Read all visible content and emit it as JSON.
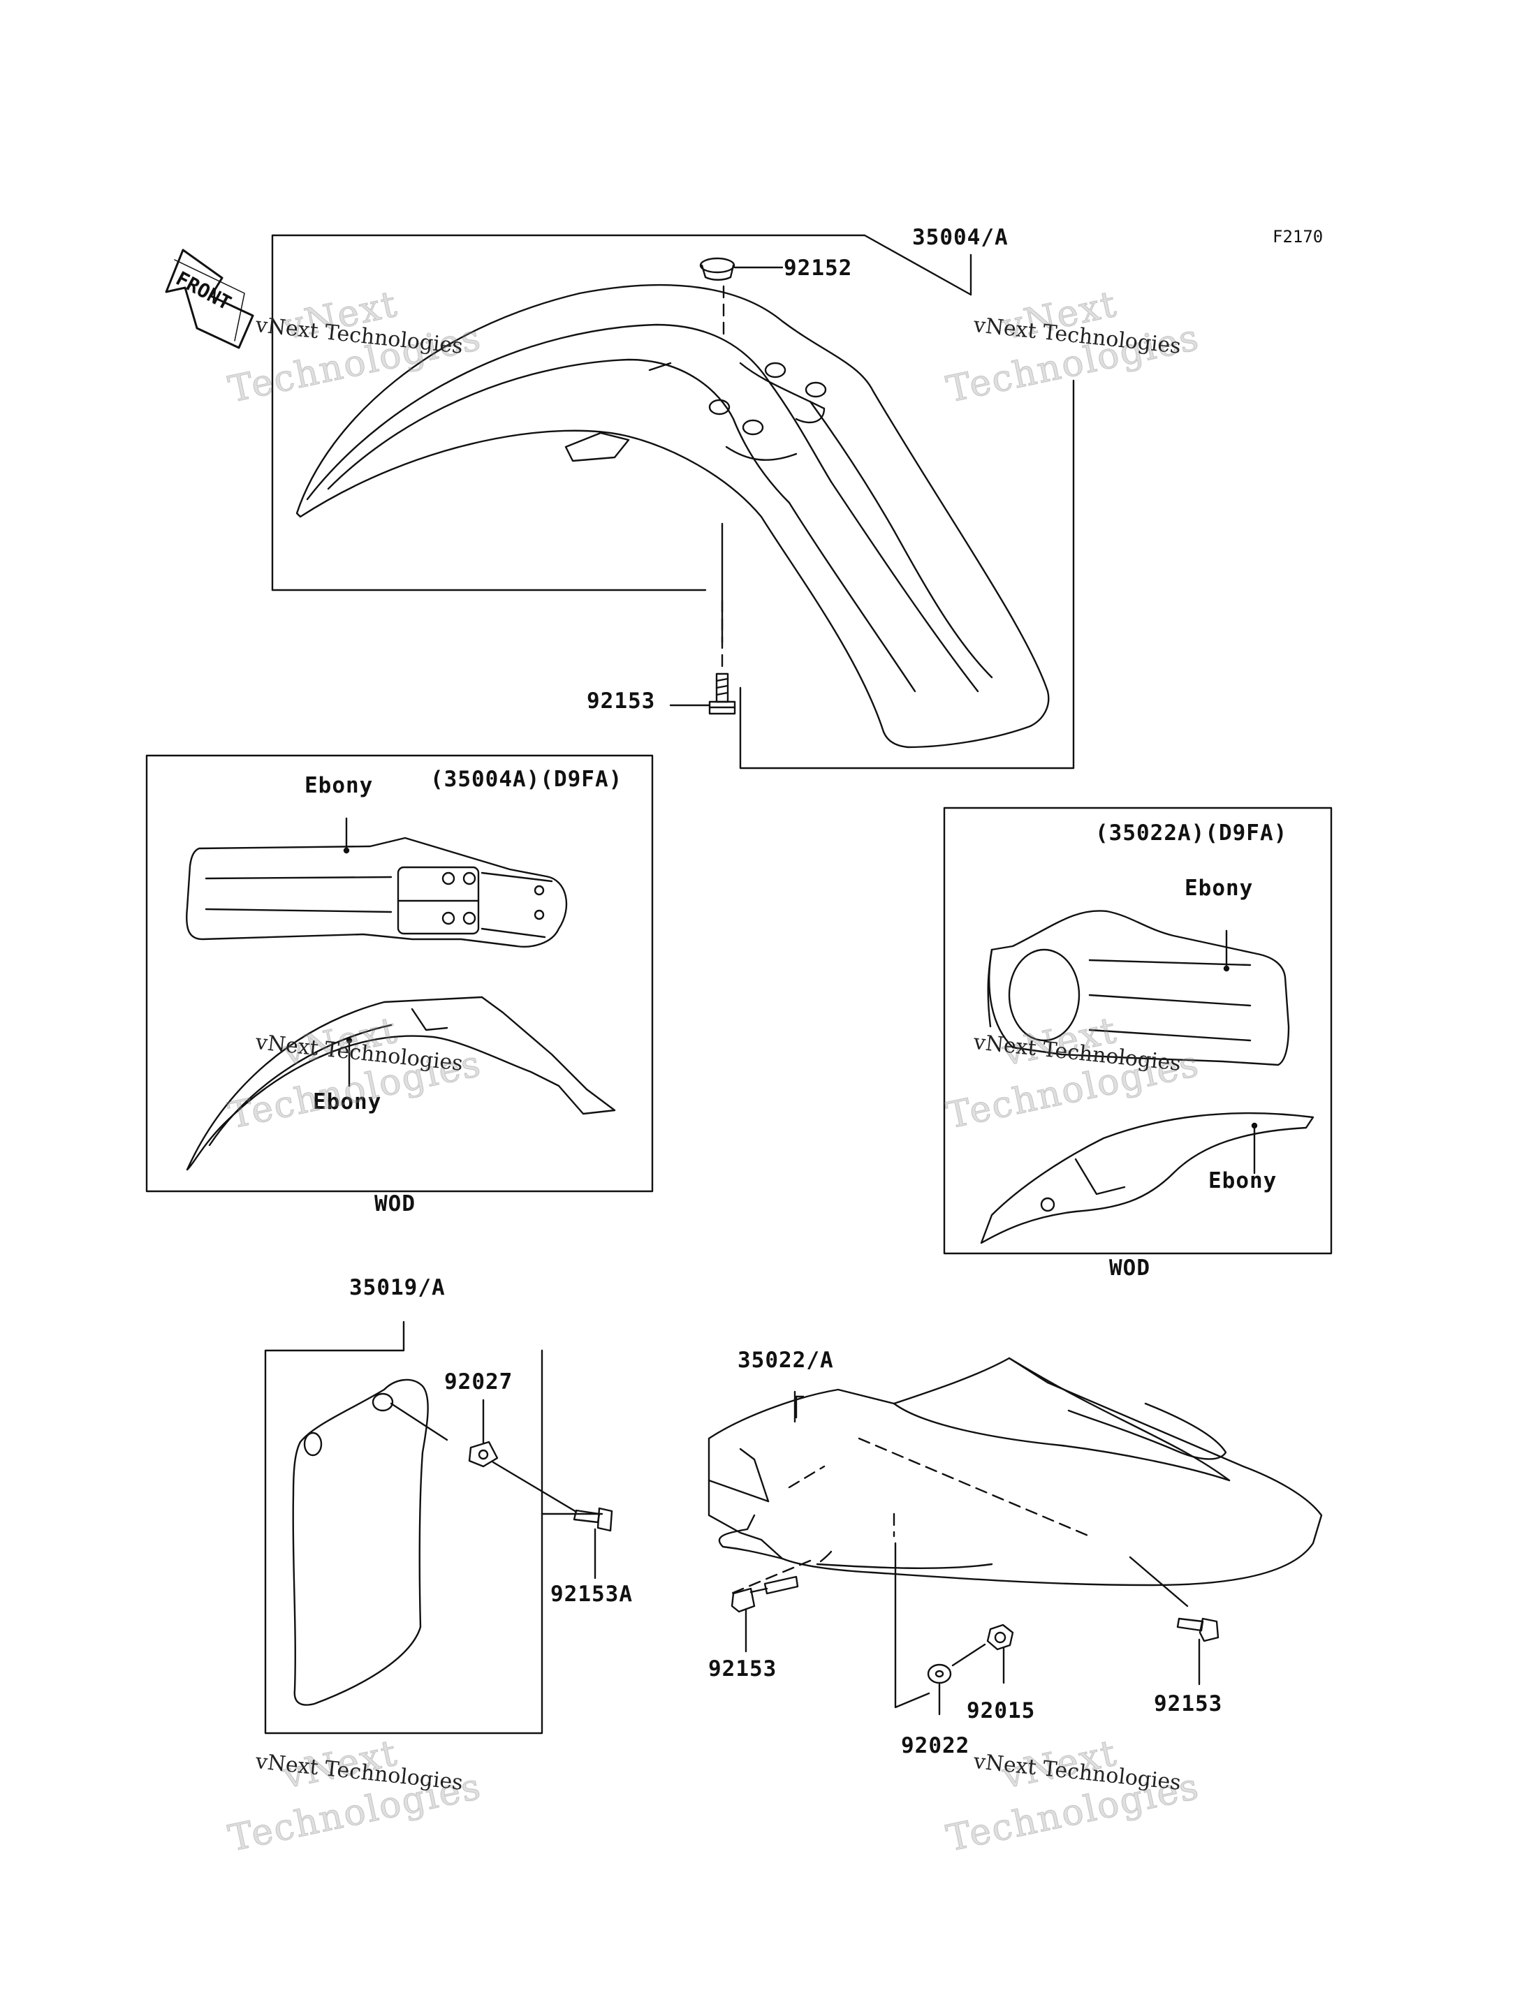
{
  "figure_code": "F2170",
  "front_marker": "FRONT",
  "watermark": {
    "company": "vNext Technologies",
    "line1": "vNext",
    "line2": "Technologies"
  },
  "parts": {
    "front_fender": "35004/A",
    "fender_grommet": "92152",
    "fender_bolt_top": "92153",
    "front_fender_variant_header": "(35004A)(D9FA)",
    "front_fender_variant_color_top": "Ebony",
    "front_fender_variant_color_side": "Ebony",
    "front_fender_variant_model": "WOD",
    "rear_fender_variant_header": "(35022A)(D9FA)",
    "rear_fender_variant_color_top": "Ebony",
    "rear_fender_variant_color_side": "Ebony",
    "rear_fender_variant_model": "WOD",
    "flap": "35019/A",
    "flap_washer": "92027",
    "flap_bolt": "92153A",
    "rear_fender": "35022/A",
    "rear_bolt_left": "92153",
    "rear_nut": "92015",
    "rear_washer": "92022",
    "rear_bolt_right": "92153"
  }
}
